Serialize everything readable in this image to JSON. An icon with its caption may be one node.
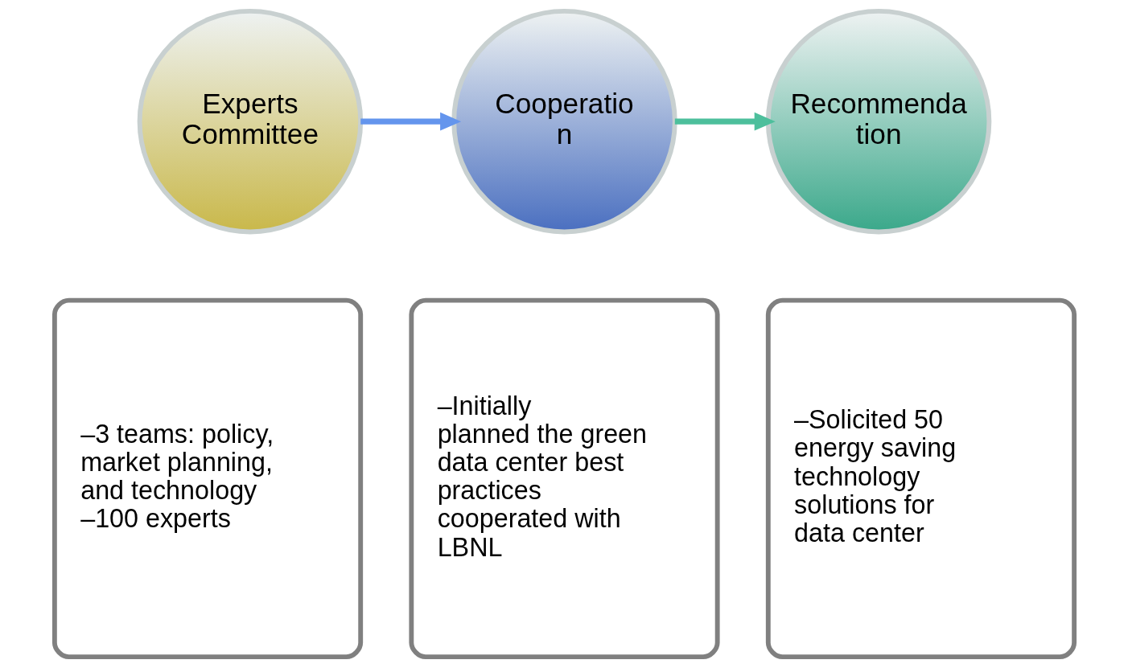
{
  "diagram": {
    "nodes": [
      {
        "text": [
          "Experts Committee"
        ]
      },
      {
        "text": [
          "Cooperation"
        ]
      },
      {
        "text": [
          "Recommendation"
        ]
      },
      {
        "text": [
          "–3 teams: policy, market planning, and technology",
          "–100 experts"
        ]
      },
      {
        "text": [
          "–Initially planned the green data center best practices cooperated with LBNL"
        ]
      },
      {
        "text": [
          "–Solicited 50 energy saving technology solutions for data center"
        ]
      }
    ],
    "edges": [
      {
        "from": 0,
        "to": 1,
        "arrow": "to",
        "color": "#6495ed"
      },
      {
        "from": 1,
        "to": 2,
        "arrow": "to",
        "color": "#4dbf9c"
      }
    ]
  }
}
